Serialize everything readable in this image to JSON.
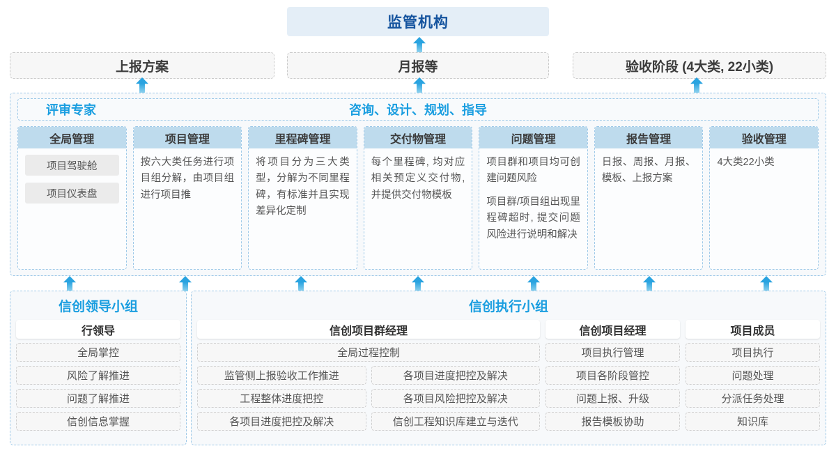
{
  "top": {
    "authority": "监管机构",
    "reports": [
      "上报方案",
      "月报等",
      "验收阶段 (4大类, 22小类)"
    ]
  },
  "advisory": {
    "left_label": "评审专家",
    "center_label": "咨询、设计、规划、指导",
    "cards": [
      {
        "title": "全局管理",
        "paragraphs": [],
        "chips": [
          "项目驾驶舱",
          "项目仪表盘"
        ]
      },
      {
        "title": "项目管理",
        "paragraphs": [
          "按六大类任务进行项目组分解，由项目组进行项目推"
        ],
        "chips": []
      },
      {
        "title": "里程碑管理",
        "paragraphs": [
          "将项目分为三大类型，分解为不同里程碑，有标准并且实现差异化定制"
        ],
        "chips": []
      },
      {
        "title": "交付物管理",
        "paragraphs": [
          "每个里程碑, 均对应相关预定义交付物, 并提供交付物模板"
        ],
        "chips": []
      },
      {
        "title": "问题管理",
        "paragraphs": [
          "项目群和项目均可创建问题风险",
          "项目群/项目组出现里程碑超时, 提交问题风险进行说明和解决"
        ],
        "chips": []
      },
      {
        "title": "报告管理",
        "paragraphs": [
          "日报、周报、月报、模板、上报方案"
        ],
        "chips": []
      },
      {
        "title": "验收管理",
        "paragraphs": [
          "4大类22小类"
        ],
        "chips": []
      }
    ]
  },
  "groups": [
    {
      "title": "信创领导小组",
      "columns": [
        {
          "head": "行领导",
          "items": [
            "全局掌控",
            "风险了解推进",
            "问题了解推进",
            "信创信息掌握"
          ]
        }
      ]
    },
    {
      "title": "信创执行小组",
      "columns": [
        {
          "head": "信创项目群经理",
          "full_items": [
            "全局过程控制"
          ],
          "sub_columns": [
            [
              "监管侧上报验收工作推进",
              "工程整体进度把控",
              "各项目进度把控及解决"
            ],
            [
              "各项目进度把控及解决",
              "各项目风险把控及解决",
              "信创工程知识库建立与迭代"
            ]
          ]
        },
        {
          "head": "信创项目经理",
          "items": [
            "项目执行管理",
            "项目各阶段管控",
            "问题上报、升级",
            "报告模板协助"
          ]
        },
        {
          "head": "项目成员",
          "items": [
            "项目执行",
            "问题处理",
            "分派任务处理",
            "知识库"
          ]
        }
      ]
    }
  ],
  "arrows": {
    "to_authority": [
      602
    ],
    "to_reports": [
      204,
      602,
      1000
    ],
    "to_advisory": [
      100,
      266,
      432,
      600,
      766,
      932,
      1100
    ]
  },
  "colors": {
    "authority_bg": "#e4eef7",
    "authority_text": "#14539e",
    "accent_blue": "#1a9ee0",
    "card_head_bg": "#bedbed",
    "dashed_blue": "#9ec9e8",
    "dashed_gray": "#c9c9c9",
    "panel_bg": "#f7f9fb",
    "arrow": "#29a3e0"
  }
}
